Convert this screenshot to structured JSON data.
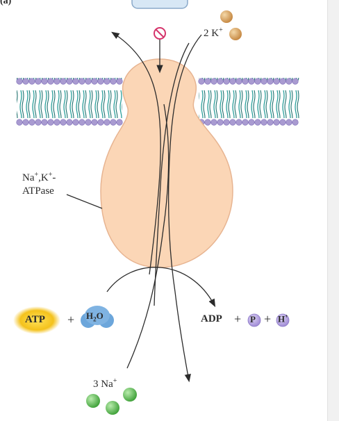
{
  "panel_label": "(a)",
  "potassium": {
    "count_label": "2 K",
    "charge": "+"
  },
  "sodium": {
    "count_label": "3 Na",
    "charge": "+"
  },
  "enzyme": {
    "line1": "Na",
    "line1_sup": "+",
    "line1_mid": ",K",
    "line1_sup2": "+",
    "line1_end": "-",
    "line2": "ATPase"
  },
  "reactants": {
    "atp": "ATP",
    "plus": "+",
    "water": "H",
    "water_sub": "2",
    "water_end": "O"
  },
  "products": {
    "adp": "ADP",
    "plus1": "+",
    "phosphate": "P",
    "plus2": "+",
    "proton": "H",
    "proton_charge": "+"
  },
  "colors": {
    "enzyme_fill": "#fbd6b6",
    "enzyme_stroke": "#e7b491",
    "membrane_head": "#a99bd1",
    "membrane_tail": "#2a9e9a",
    "potassium_ion": "#d49b56",
    "sodium_ion": "#54b94b",
    "atp_glow": "#f4c21c",
    "water": "#6ca6db",
    "phosphate": "#b7a6e0",
    "inhibitor": "#d5346b",
    "inhibitor_box": "#d7e7f5",
    "arrow": "#2b2b2b"
  },
  "icons": [
    "inhibitor-block-icon",
    "potassium-ion-icon",
    "sodium-ion-icon",
    "water-molecule-icon",
    "phosphate-icon",
    "proton-icon"
  ]
}
